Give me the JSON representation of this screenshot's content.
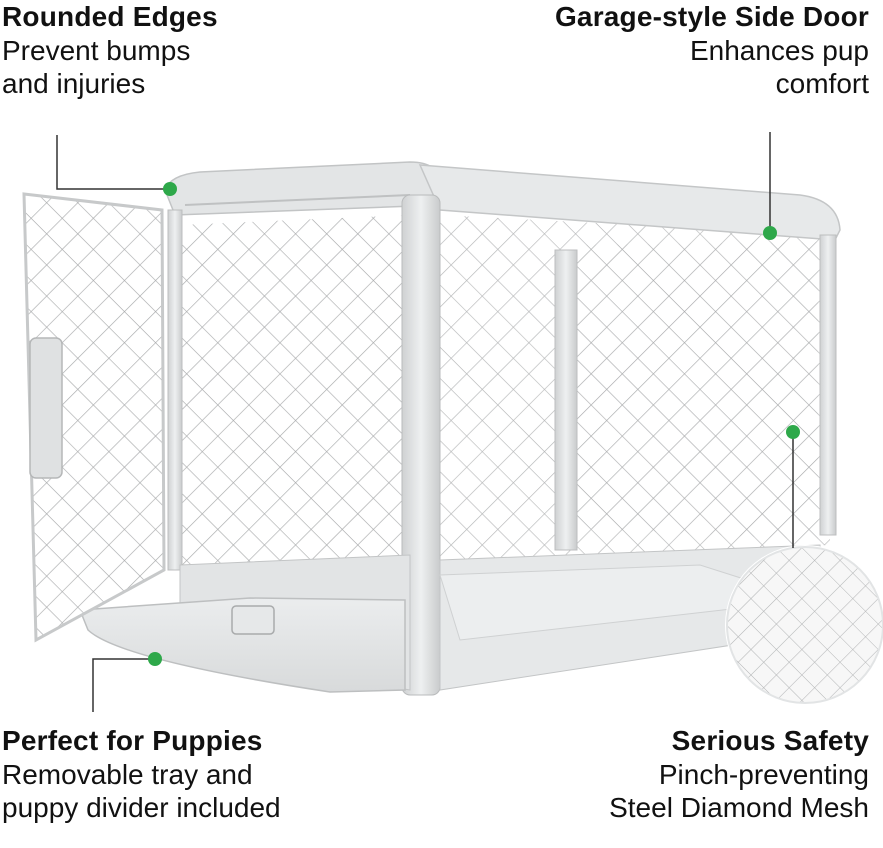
{
  "callouts": {
    "top_left": {
      "title": "Rounded Edges",
      "desc_line1": "Prevent bumps",
      "desc_line2": "and injuries"
    },
    "top_right": {
      "title": "Garage-style Side Door",
      "desc_line1": "Enhances pup",
      "desc_line2": "comfort"
    },
    "bottom_left": {
      "title": "Perfect for Puppies",
      "desc_line1": "Removable tray and",
      "desc_line2": "puppy divider included"
    },
    "bottom_right": {
      "title": "Serious Safety",
      "desc_line1": "Pinch-preventing",
      "desc_line2": "Steel Diamond Mesh"
    }
  },
  "colors": {
    "background": "#ffffff",
    "marker": "#2ea84a",
    "crate_frame": "#d9dbdc",
    "mesh": "#9a9c9d",
    "leader_line": "#333333"
  }
}
